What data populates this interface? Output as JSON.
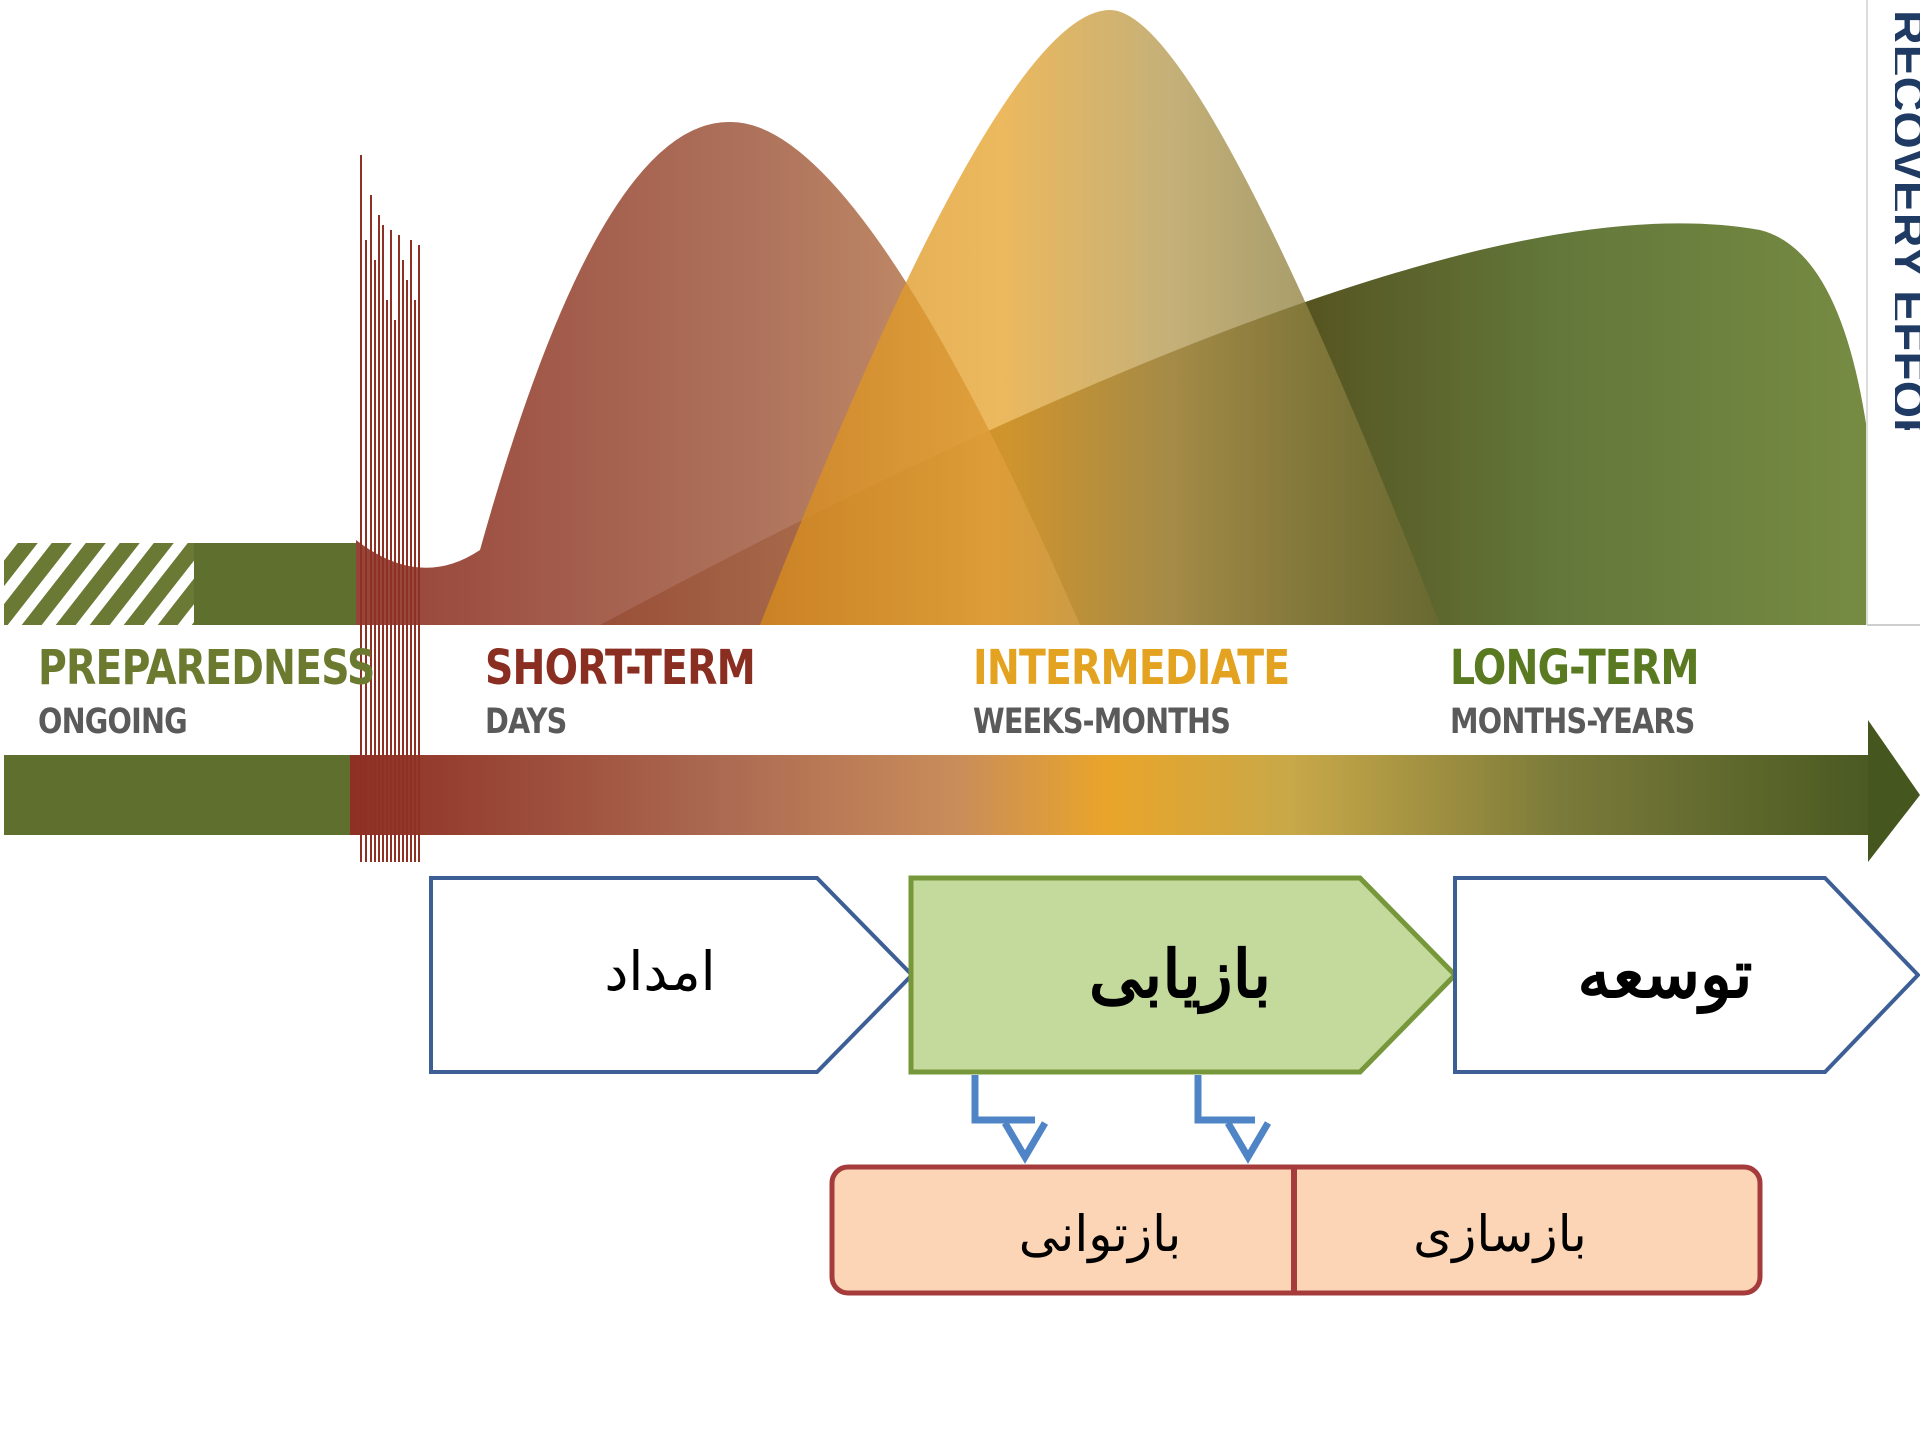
{
  "phases": [
    {
      "title": "PREPAREDNESS",
      "sub": "ONGOING",
      "color": "#6b7a2e"
    },
    {
      "title": "SHORT-TERM",
      "sub": "DAYS",
      "color": "#8b2e22"
    },
    {
      "title": "INTERMEDIATE",
      "sub": "WEEKS-MONTHS",
      "color": "#e3a21f"
    },
    {
      "title": "LONG-TERM",
      "sub": "MONTHS-YEARS",
      "color": "#5a7a22"
    }
  ],
  "side_text": "RECOVERY EFFORTS",
  "stages": [
    {
      "label": "امداد"
    },
    {
      "label": "بازیابی"
    },
    {
      "label": "توسعه"
    }
  ],
  "sub_stages": [
    {
      "label": "بازتوانی"
    },
    {
      "label": "بازسازی"
    }
  ],
  "colors": {
    "olive": "#5f6f2e",
    "rust": "#8e3024",
    "gold": "#e9a52a",
    "dark_olive": "#3e5219",
    "stage_border": "#3d5f96",
    "stage_active_fill": "#c4d99c",
    "stage_active_border": "#76973a",
    "sub_fill": "#fbd5b5",
    "sub_border": "#a63b3b",
    "connector": "#4f84c6"
  }
}
